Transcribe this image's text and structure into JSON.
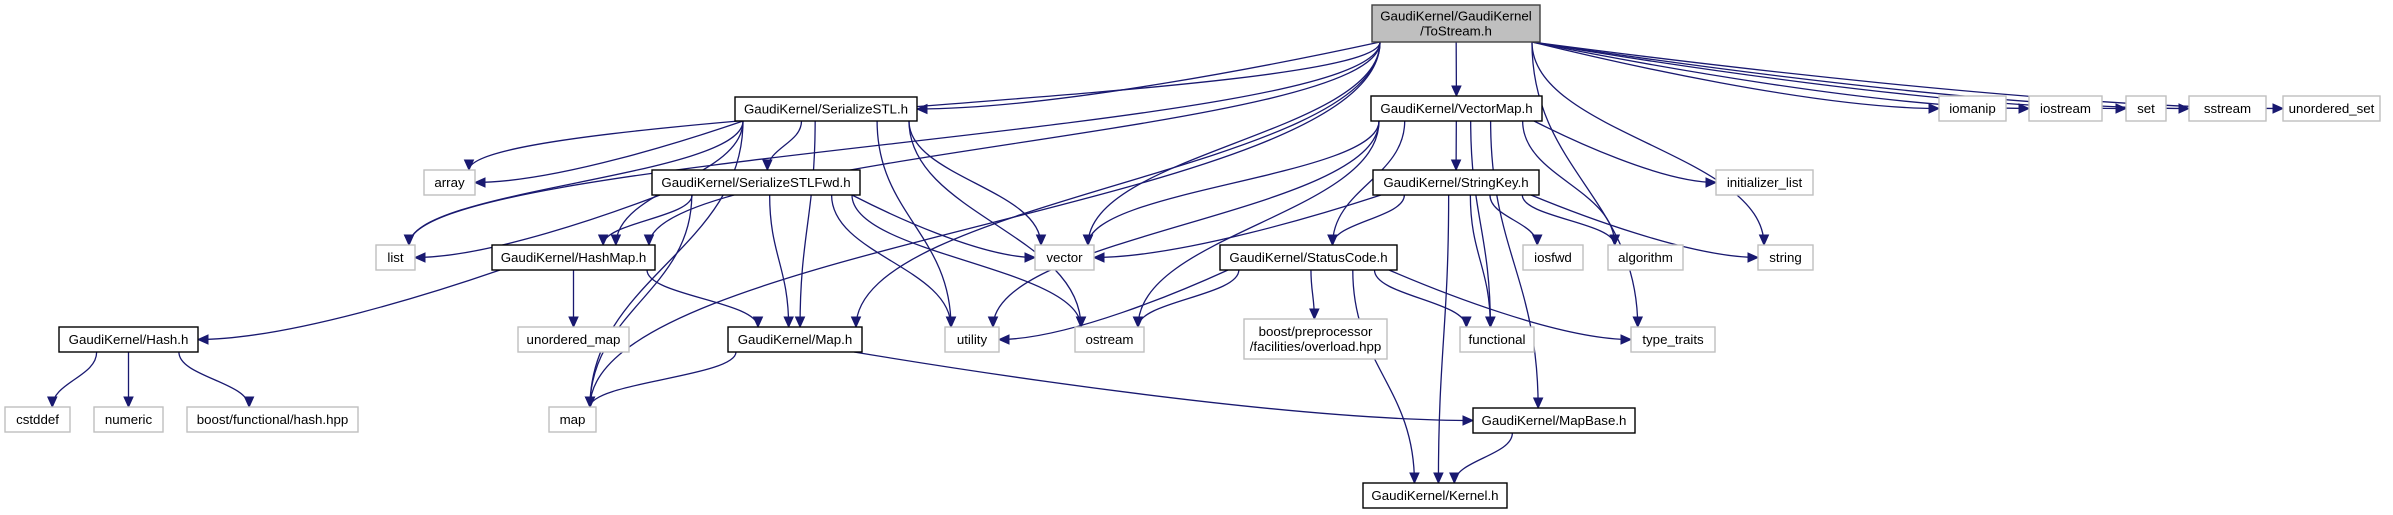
{
  "graph": {
    "kind": "include dependency graph",
    "edge_color": "#191970",
    "root_fill": "#bfbfbf",
    "nodes": [
      {
        "id": "tostream",
        "label": [
          "GaudiKernel/GaudiKernel",
          "/ToStream.h"
        ],
        "kind": "root"
      },
      {
        "id": "serializestl",
        "label": [
          "GaudiKernel/SerializeSTL.h"
        ],
        "kind": "project"
      },
      {
        "id": "vectormap",
        "label": [
          "GaudiKernel/VectorMap.h"
        ],
        "kind": "project"
      },
      {
        "id": "iomanip",
        "label": [
          "iomanip"
        ],
        "kind": "external"
      },
      {
        "id": "iostream",
        "label": [
          "iostream"
        ],
        "kind": "external"
      },
      {
        "id": "set",
        "label": [
          "set"
        ],
        "kind": "external"
      },
      {
        "id": "sstream",
        "label": [
          "sstream"
        ],
        "kind": "external"
      },
      {
        "id": "unordered_set",
        "label": [
          "unordered_set"
        ],
        "kind": "external"
      },
      {
        "id": "array",
        "label": [
          "array"
        ],
        "kind": "external"
      },
      {
        "id": "serializestlfwd",
        "label": [
          "GaudiKernel/SerializeSTLFwd.h"
        ],
        "kind": "project"
      },
      {
        "id": "stringkey",
        "label": [
          "GaudiKernel/StringKey.h"
        ],
        "kind": "project"
      },
      {
        "id": "initializer_list",
        "label": [
          "initializer_list"
        ],
        "kind": "external"
      },
      {
        "id": "list",
        "label": [
          "list"
        ],
        "kind": "external"
      },
      {
        "id": "hashmap",
        "label": [
          "GaudiKernel/HashMap.h"
        ],
        "kind": "project"
      },
      {
        "id": "vector",
        "label": [
          "vector"
        ],
        "kind": "external"
      },
      {
        "id": "statuscode",
        "label": [
          "GaudiKernel/StatusCode.h"
        ],
        "kind": "project"
      },
      {
        "id": "iosfwd",
        "label": [
          "iosfwd"
        ],
        "kind": "external"
      },
      {
        "id": "algorithm",
        "label": [
          "algorithm"
        ],
        "kind": "external"
      },
      {
        "id": "string",
        "label": [
          "string"
        ],
        "kind": "external"
      },
      {
        "id": "hash",
        "label": [
          "GaudiKernel/Hash.h"
        ],
        "kind": "project"
      },
      {
        "id": "unordered_map",
        "label": [
          "unordered_map"
        ],
        "kind": "external"
      },
      {
        "id": "map_h",
        "label": [
          "GaudiKernel/Map.h"
        ],
        "kind": "project"
      },
      {
        "id": "utility",
        "label": [
          "utility"
        ],
        "kind": "external"
      },
      {
        "id": "ostream",
        "label": [
          "ostream"
        ],
        "kind": "external"
      },
      {
        "id": "boost_overload",
        "label": [
          "boost/preprocessor",
          "/facilities/overload.hpp"
        ],
        "kind": "external"
      },
      {
        "id": "functional",
        "label": [
          "functional"
        ],
        "kind": "external"
      },
      {
        "id": "type_traits",
        "label": [
          "type_traits"
        ],
        "kind": "external"
      },
      {
        "id": "cstddef",
        "label": [
          "cstddef"
        ],
        "kind": "external"
      },
      {
        "id": "numeric",
        "label": [
          "numeric"
        ],
        "kind": "external"
      },
      {
        "id": "boost_hash",
        "label": [
          "boost/functional/hash.hpp"
        ],
        "kind": "external"
      },
      {
        "id": "map",
        "label": [
          "map"
        ],
        "kind": "external"
      },
      {
        "id": "mapbase",
        "label": [
          "GaudiKernel/MapBase.h"
        ],
        "kind": "project"
      },
      {
        "id": "kernel",
        "label": [
          "GaudiKernel/Kernel.h"
        ],
        "kind": "project"
      }
    ],
    "edges": [
      [
        "tostream",
        "serializestl"
      ],
      [
        "tostream",
        "vectormap"
      ],
      [
        "tostream",
        "iomanip"
      ],
      [
        "tostream",
        "iostream"
      ],
      [
        "tostream",
        "set"
      ],
      [
        "tostream",
        "sstream"
      ],
      [
        "tostream",
        "unordered_set"
      ],
      [
        "tostream",
        "array"
      ],
      [
        "tostream",
        "list"
      ],
      [
        "tostream",
        "hashmap"
      ],
      [
        "tostream",
        "map_h"
      ],
      [
        "tostream",
        "map"
      ],
      [
        "tostream",
        "vector"
      ],
      [
        "tostream",
        "string"
      ],
      [
        "tostream",
        "type_traits"
      ],
      [
        "serializestl",
        "serializestlfwd"
      ],
      [
        "serializestl",
        "array"
      ],
      [
        "serializestl",
        "list"
      ],
      [
        "serializestl",
        "hashmap"
      ],
      [
        "serializestl",
        "map_h"
      ],
      [
        "serializestl",
        "map"
      ],
      [
        "serializestl",
        "vector"
      ],
      [
        "serializestl",
        "utility"
      ],
      [
        "serializestl",
        "ostream"
      ],
      [
        "serializestlfwd",
        "list"
      ],
      [
        "serializestlfwd",
        "hashmap"
      ],
      [
        "serializestlfwd",
        "map_h"
      ],
      [
        "serializestlfwd",
        "map"
      ],
      [
        "serializestlfwd",
        "vector"
      ],
      [
        "serializestlfwd",
        "utility"
      ],
      [
        "serializestlfwd",
        "ostream"
      ],
      [
        "vectormap",
        "stringkey"
      ],
      [
        "vectormap",
        "initializer_list"
      ],
      [
        "vectormap",
        "vector"
      ],
      [
        "vectormap",
        "statuscode"
      ],
      [
        "vectormap",
        "algorithm"
      ],
      [
        "vectormap",
        "utility"
      ],
      [
        "vectormap",
        "ostream"
      ],
      [
        "vectormap",
        "functional"
      ],
      [
        "vectormap",
        "mapbase"
      ],
      [
        "stringkey",
        "vector"
      ],
      [
        "stringkey",
        "statuscode"
      ],
      [
        "stringkey",
        "iosfwd"
      ],
      [
        "stringkey",
        "algorithm"
      ],
      [
        "stringkey",
        "string"
      ],
      [
        "stringkey",
        "functional"
      ],
      [
        "stringkey",
        "kernel"
      ],
      [
        "statuscode",
        "utility"
      ],
      [
        "statuscode",
        "ostream"
      ],
      [
        "statuscode",
        "boost_overload"
      ],
      [
        "statuscode",
        "functional"
      ],
      [
        "statuscode",
        "type_traits"
      ],
      [
        "statuscode",
        "kernel"
      ],
      [
        "hashmap",
        "hash"
      ],
      [
        "hashmap",
        "unordered_map"
      ],
      [
        "hashmap",
        "map_h"
      ],
      [
        "hash",
        "cstddef"
      ],
      [
        "hash",
        "numeric"
      ],
      [
        "hash",
        "boost_hash"
      ],
      [
        "map_h",
        "map"
      ],
      [
        "map_h",
        "mapbase"
      ],
      [
        "mapbase",
        "kernel"
      ]
    ]
  }
}
